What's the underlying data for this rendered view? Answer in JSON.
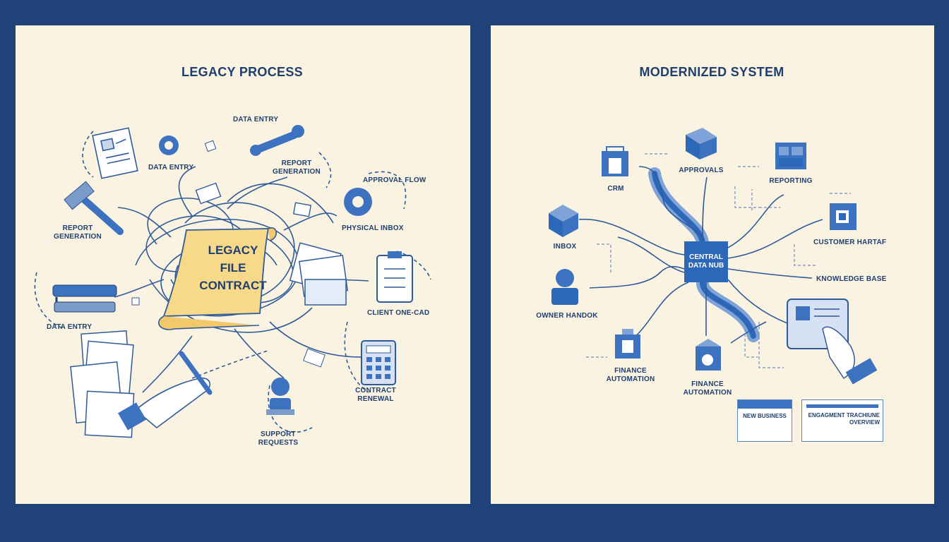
{
  "legacy": {
    "title": "LEGACY PROCESS",
    "scroll": {
      "line1": "LEGACY",
      "line2": "FILE",
      "line3": "CONTRACT"
    },
    "labels": {
      "data_entry_top": "DATA ENTRY",
      "data_entry_left": "DATA ENTRY",
      "report_generation_top": "REPORT GENERATION",
      "approval_flow": "APPROVAL FLOW",
      "report_generation_left": "REPORT GENERATION",
      "physical_inbox": "PHYSICAL INBOX",
      "data_entry_bottom": "DATA ENTRY",
      "client_onboard": "CLIENT ONE-CAD",
      "contract_renewal": "CONTRACT RENEWAL",
      "support_requests": "SUPPORT REQUESTS"
    }
  },
  "modern": {
    "title": "MODERNIZED SYSTEM",
    "hub": {
      "line1": "CENTRAL",
      "line2": "DATA NUB"
    },
    "labels": {
      "crm": "CRM",
      "approvals": "APPROVALS",
      "reporting": "REPORTING",
      "inbox": "INBOX",
      "customer": "CUSTOMER HARTAF",
      "knowledge": "KNOWLEDGE BASE",
      "owner": "OWNER HANDOK",
      "finance_left": "FINANCE AUTOMATION",
      "finance_right": "FINANCE AUTOMATION"
    },
    "cards": {
      "new_business": "NEW BUSINESS",
      "engagement": "ENGAGMENT TRACHIUNE OVERVIEW"
    }
  },
  "colors": {
    "frame": "#1f4379",
    "paper": "#fbf3e1",
    "ink": "#1f3f70",
    "accent": "#2c67b8",
    "scroll": "#f7d98a"
  }
}
